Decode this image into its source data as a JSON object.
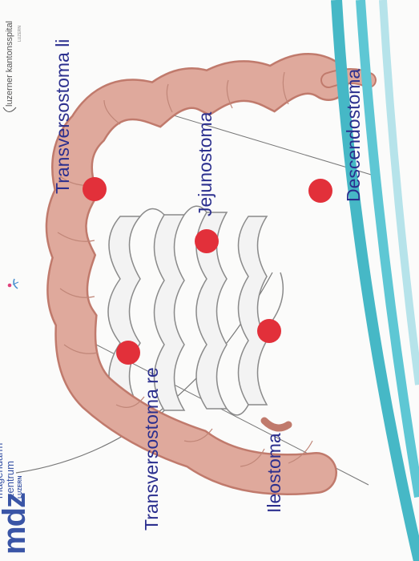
{
  "header": {
    "logo_letters": "mdz",
    "logo_line1": "magendarm",
    "logo_line2": "zentrum",
    "logo_city": "LUZERN",
    "hospital_logo": "luzerner kantonsspital",
    "hospital_city": "LUZERN"
  },
  "stomas": {
    "transversostoma_re": "Transversostoma re",
    "transversostoma_li": "Transversostoma li",
    "jejunostoma": "Jejunostoma",
    "ileostoma": "Ileostoma",
    "descendostoma": "Descendostoma"
  },
  "colors": {
    "label_text": "#2b2f8e",
    "colon_fill": "#dfa99c",
    "stoma_marker": "#e2303a",
    "logo_blue": "#3a55a6",
    "swoosh_teal": "#46b8c6"
  }
}
